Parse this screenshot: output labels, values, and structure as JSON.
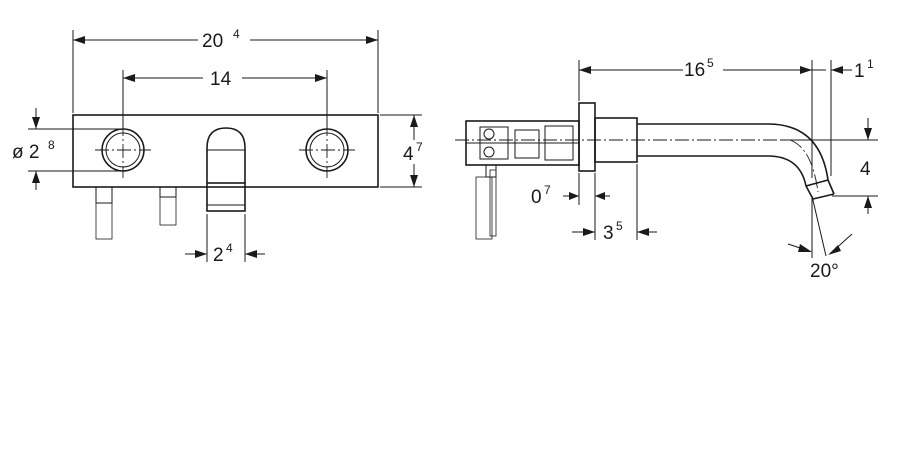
{
  "dimensions": {
    "overall_width": {
      "main": "20",
      "sup": "4"
    },
    "handle_spacing": {
      "main": "14",
      "sup": ""
    },
    "handle_diameter": {
      "main": "ø 2",
      "sup": "8"
    },
    "plate_height": {
      "main": "4",
      "sup": "7"
    },
    "spout_diameter": {
      "main": "2",
      "sup": "4"
    },
    "projection": {
      "main": "16",
      "sup": "5"
    },
    "outlet_offset": {
      "main": "1",
      "sup": "1"
    },
    "flange_thickness": {
      "main": "0",
      "sup": "7"
    },
    "flange_depth": {
      "main": "3",
      "sup": "5"
    },
    "outlet_drop": {
      "main": "4",
      "sup": ""
    },
    "outlet_angle": {
      "main": "20°",
      "sup": ""
    }
  }
}
